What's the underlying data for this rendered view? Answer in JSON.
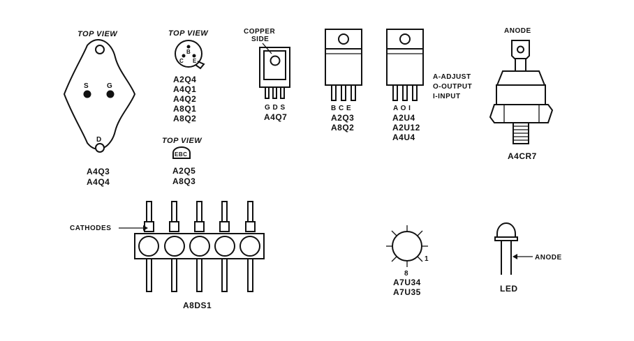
{
  "to3": {
    "title": "TOP VIEW",
    "pins": [
      "S",
      "G",
      "D"
    ],
    "parts": [
      "A4Q3",
      "A4Q4"
    ]
  },
  "to39": {
    "title": "TOP VIEW",
    "pins": [
      "B",
      "C",
      "E"
    ],
    "parts": [
      "A2Q4",
      "A4Q1",
      "A4Q2",
      "A8Q1",
      "A8Q2"
    ]
  },
  "to92": {
    "title": "TOP VIEW",
    "pins": "EBC",
    "parts": [
      "A2Q5",
      "A8Q3"
    ]
  },
  "copper": {
    "callout": [
      "COPPER",
      "SIDE"
    ],
    "pins": "G D S",
    "part": "A4Q7"
  },
  "to220_bce": {
    "pins": "B C E",
    "parts": [
      "A2Q3",
      "A8Q2"
    ]
  },
  "to220_reg": {
    "pins": "A O I",
    "parts": [
      "A2U4",
      "A2U12",
      "A4U4"
    ],
    "legend": [
      "A-ADJUST",
      "O-OUTPUT",
      "I-INPUT"
    ]
  },
  "stud": {
    "pin": "ANODE",
    "part": "A4CR7"
  },
  "display": {
    "callout": "CATHODES",
    "part": "A8DS1"
  },
  "ic": {
    "pins": [
      "1",
      "8"
    ],
    "parts": [
      "A7U34",
      "A7U35"
    ]
  },
  "led": {
    "callout": "ANODE",
    "part": "LED"
  }
}
